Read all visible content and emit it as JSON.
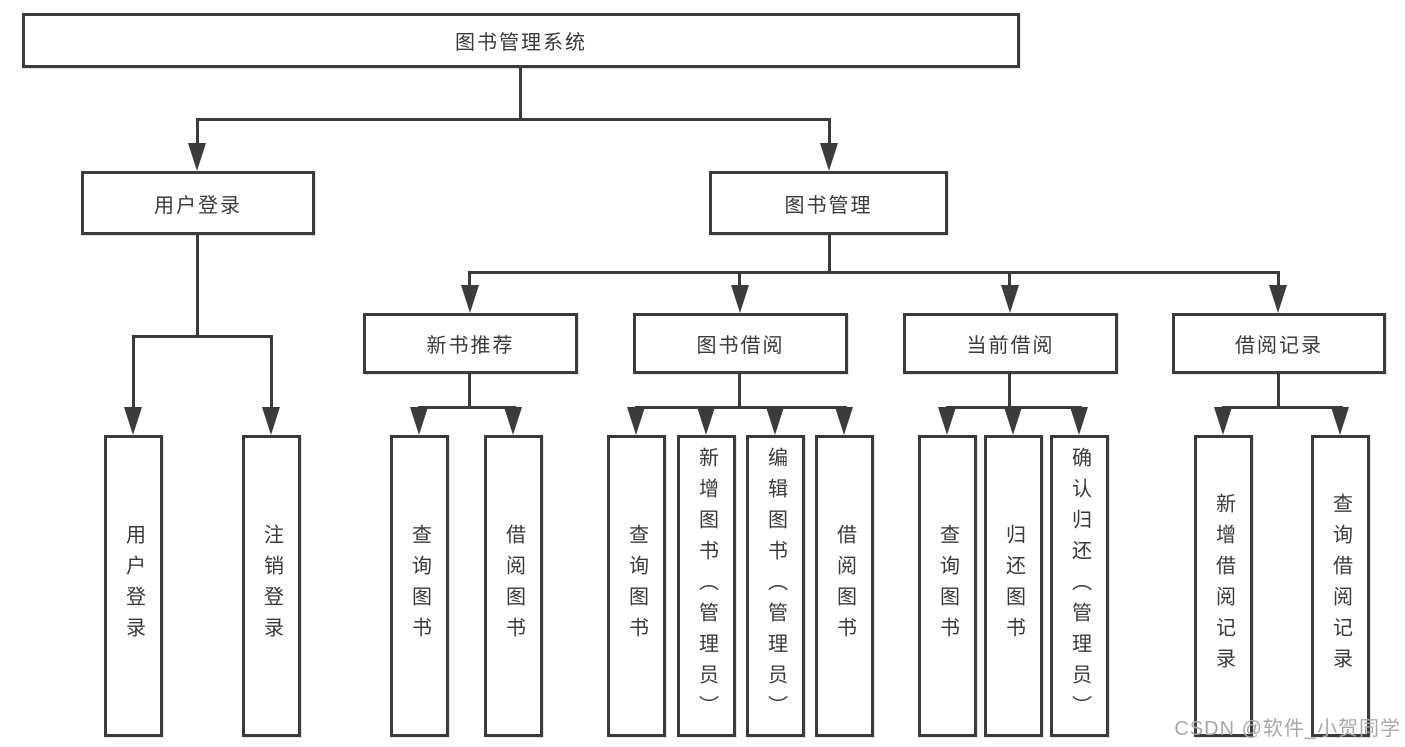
{
  "diagram": {
    "root": {
      "label": "图书管理系统"
    },
    "level2": [
      {
        "label": "用户登录"
      },
      {
        "label": "图书管理"
      }
    ],
    "level3": [
      {
        "label": "新书推荐"
      },
      {
        "label": "图书借阅"
      },
      {
        "label": "当前借阅"
      },
      {
        "label": "借阅记录"
      }
    ],
    "leaves": {
      "login": [
        {
          "label": "用户登录"
        },
        {
          "label": "注销登录"
        }
      ],
      "recommend": [
        {
          "label": "查询图书"
        },
        {
          "label": "借阅图书"
        }
      ],
      "borrow": [
        {
          "label": "查询图书"
        },
        {
          "label": "新增图书（管理员）"
        },
        {
          "label": "编辑图书（管理员）"
        },
        {
          "label": "借阅图书"
        }
      ],
      "current": [
        {
          "label": "查询图书"
        },
        {
          "label": "归还图书"
        },
        {
          "label": "确认归还（管理员）"
        }
      ],
      "records": [
        {
          "label": "新增借阅记录"
        },
        {
          "label": "查询借阅记录"
        }
      ]
    },
    "watermark": "CSDN @软件_小贺同学",
    "colors": {
      "line": "#3b3b3b",
      "box_background": "#ffffff",
      "text": "#3a3a3a",
      "watermark": "#a8a8a8"
    }
  }
}
